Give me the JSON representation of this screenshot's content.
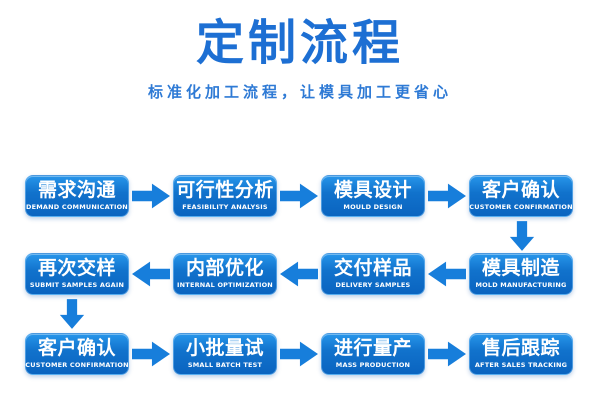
{
  "title": "定制流程",
  "subtitle": "标准化加工流程，让模具加工更省心",
  "colors": {
    "title_color": "#1d6fd3",
    "subtitle_color": "#2e7ad5",
    "box_top": "#2795ea",
    "box_bottom": "#0a64c0",
    "arrow_color": "#177edb",
    "box_text": "#ffffff"
  },
  "flow": {
    "rows": [
      {
        "direction": "right",
        "steps": [
          {
            "zh": "需求沟通",
            "en": "DEMAND COMMUNICATION"
          },
          {
            "zh": "可行性分析",
            "en": "FEASIBILITY ANALYSIS"
          },
          {
            "zh": "模具设计",
            "en": "MOULD DESIGN"
          },
          {
            "zh": "客户确认",
            "en": "CUSTOMER CONFIRMATION"
          }
        ]
      },
      {
        "direction": "left",
        "steps": [
          {
            "zh": "再次交样",
            "en": "SUBMIT SAMPLES AGAIN"
          },
          {
            "zh": "内部优化",
            "en": "INTERNAL OPTIMIZATION"
          },
          {
            "zh": "交付样品",
            "en": "DELIVERY SAMPLES"
          },
          {
            "zh": "模具制造",
            "en": "MOLD MANUFACTURING"
          }
        ]
      },
      {
        "direction": "right",
        "steps": [
          {
            "zh": "客户确认",
            "en": "CUSTOMER CONFIRMATION"
          },
          {
            "zh": "小批量试",
            "en": "SMALL BATCH TEST"
          },
          {
            "zh": "进行量产",
            "en": "MASS PRODUCTION"
          },
          {
            "zh": "售后跟踪",
            "en": "AFTER SALES TRACKING"
          }
        ]
      }
    ]
  }
}
